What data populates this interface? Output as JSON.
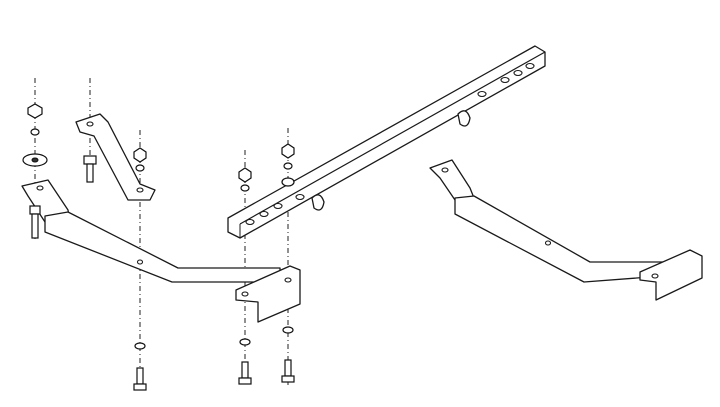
{
  "diagram": {
    "line_color": "#1a1a1a",
    "background": "#ffffff",
    "parts": [
      "long-channel-bar",
      "left-crossmember",
      "upper-strut",
      "right-crossmember",
      "bolts",
      "nuts",
      "washers"
    ]
  }
}
